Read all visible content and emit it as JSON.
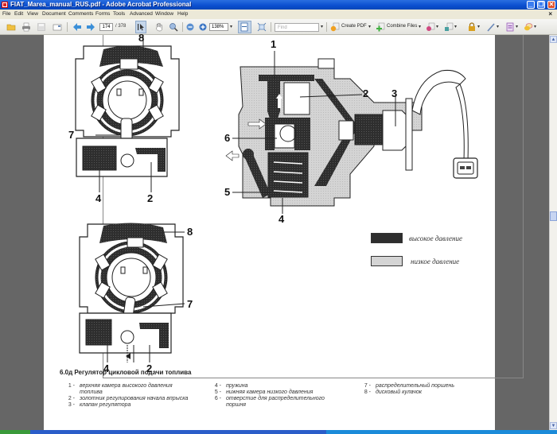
{
  "window": {
    "title": "FIAT_Marea_manual_RUS.pdf - Adobe Acrobat Professional",
    "controls": {
      "minimize": "_",
      "maximize": "❐",
      "close": "✕"
    }
  },
  "menubar": {
    "items": [
      "File",
      "Edit",
      "View",
      "Document",
      "Comments",
      "Forms",
      "Tools",
      "Advanced",
      "Window",
      "Help"
    ],
    "doc_close": "×"
  },
  "toolbar": {
    "current_page": "174",
    "total_pages": "/ 378",
    "zoom_level": "138%",
    "find_placeholder": "Find",
    "create_pdf": "Create PDF",
    "combine_files": "Combine Files",
    "dropdown_arrow": "▾",
    "icons": [
      "open-folder-icon",
      "print-icon",
      "save-icon",
      "email-icon",
      "previous-page-icon",
      "next-page-icon",
      "select-tool-icon",
      "hand-tool-icon",
      "zoom-tool-icon",
      "zoom-out-icon",
      "zoom-in-icon",
      "single-page-view-icon",
      "fit-page-icon",
      "create-pdf-icon",
      "combine-files-icon",
      "export-icon",
      "collaborate-icon",
      "secure-icon",
      "sign-icon",
      "forms-icon",
      "comment-icon"
    ]
  },
  "document": {
    "figure_labels": {
      "top_left": [
        "8",
        "7",
        "4",
        "2"
      ],
      "bottom_left": [
        "8",
        "7",
        "4",
        "2"
      ],
      "section": [
        "1",
        "2",
        "3",
        "6",
        "5",
        "4"
      ]
    },
    "legend": [
      {
        "label": "высокое давление",
        "color": "#3a3a3a"
      },
      {
        "label": "низкое давление",
        "color": "#d0d0d0"
      }
    ],
    "caption": "6.0д Регулятор цикловой подачи топлива",
    "legend_items_col1": [
      {
        "num": "1 -",
        "text": "верхняя камера высокого давления",
        "cont": "топлива"
      },
      {
        "num": "2 -",
        "text": "золотник регулирования начала впрыска"
      },
      {
        "num": "3 -",
        "text": "клапан регулятора"
      }
    ],
    "legend_items_col2": [
      {
        "num": "4 -",
        "text": "пружина"
      },
      {
        "num": "5 -",
        "text": "нижняя камера низкого давления"
      },
      {
        "num": "6 -",
        "text": "отверстие для распределительного",
        "cont": "поршня"
      }
    ],
    "legend_items_col3": [
      {
        "num": "7 -",
        "text": "распределительный поршень"
      },
      {
        "num": "8 -",
        "text": "дисковый кулачок"
      }
    ]
  },
  "scrollbar": {
    "up": "▲",
    "down": "▼"
  }
}
